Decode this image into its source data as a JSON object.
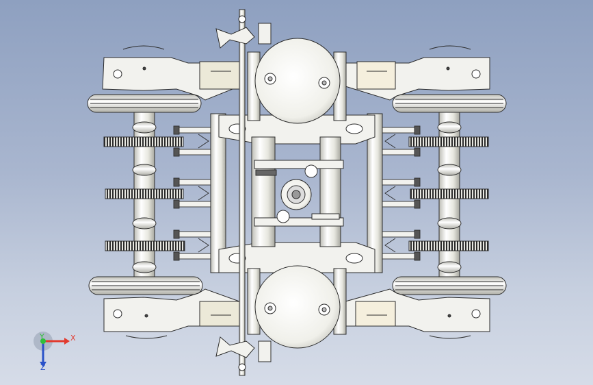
{
  "viewport": {
    "background_top": "#8ea0c0",
    "background_bottom": "#d6dce8",
    "part_fill": "#f2f2ee",
    "part_stroke": "#2b2b2b"
  },
  "triad": {
    "x_label": "X",
    "y_label": "Y",
    "z_label": "Z",
    "x_color": "#e23a2e",
    "y_color": "#2fbf3a",
    "z_color": "#2a52c9"
  }
}
